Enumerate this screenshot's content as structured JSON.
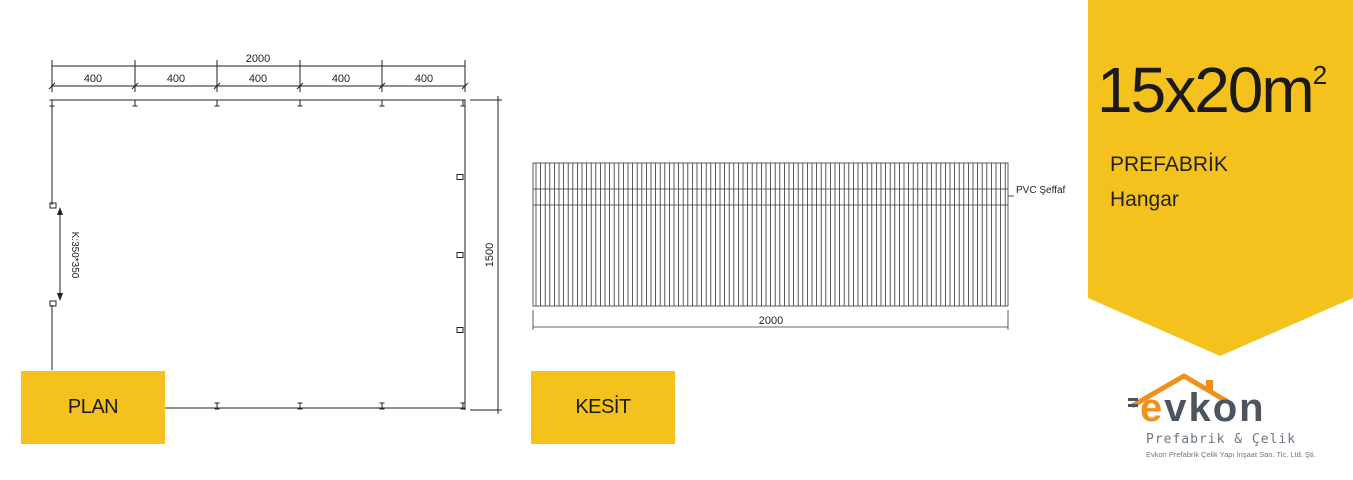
{
  "plan": {
    "badge_label": "PLAN",
    "total_width_label": "2000",
    "bay_labels": [
      "400",
      "400",
      "400",
      "400",
      "400"
    ],
    "depth_label": "1500",
    "door_label": "K:350*350"
  },
  "section": {
    "badge_label": "KESİT",
    "skylight_label": "PVC Şeffaf",
    "width_label": "2000"
  },
  "info": {
    "area_value": "15x20m",
    "area_superscript": "2",
    "type_line1": "PREFABRİK",
    "type_line2": "Hangar"
  },
  "logo": {
    "brand_prefix": "e",
    "brand_rest": "vkon",
    "tagline": "Prefabrik & Çelik",
    "company": "Evkon Prefabrik Çelik Yapı İnşaat San. Tic. Ltd. Şti."
  },
  "colors": {
    "accent_yellow": "#f5c21d",
    "logo_orange": "#f0901e",
    "logo_gray": "#4a5560",
    "line": "#222222"
  }
}
